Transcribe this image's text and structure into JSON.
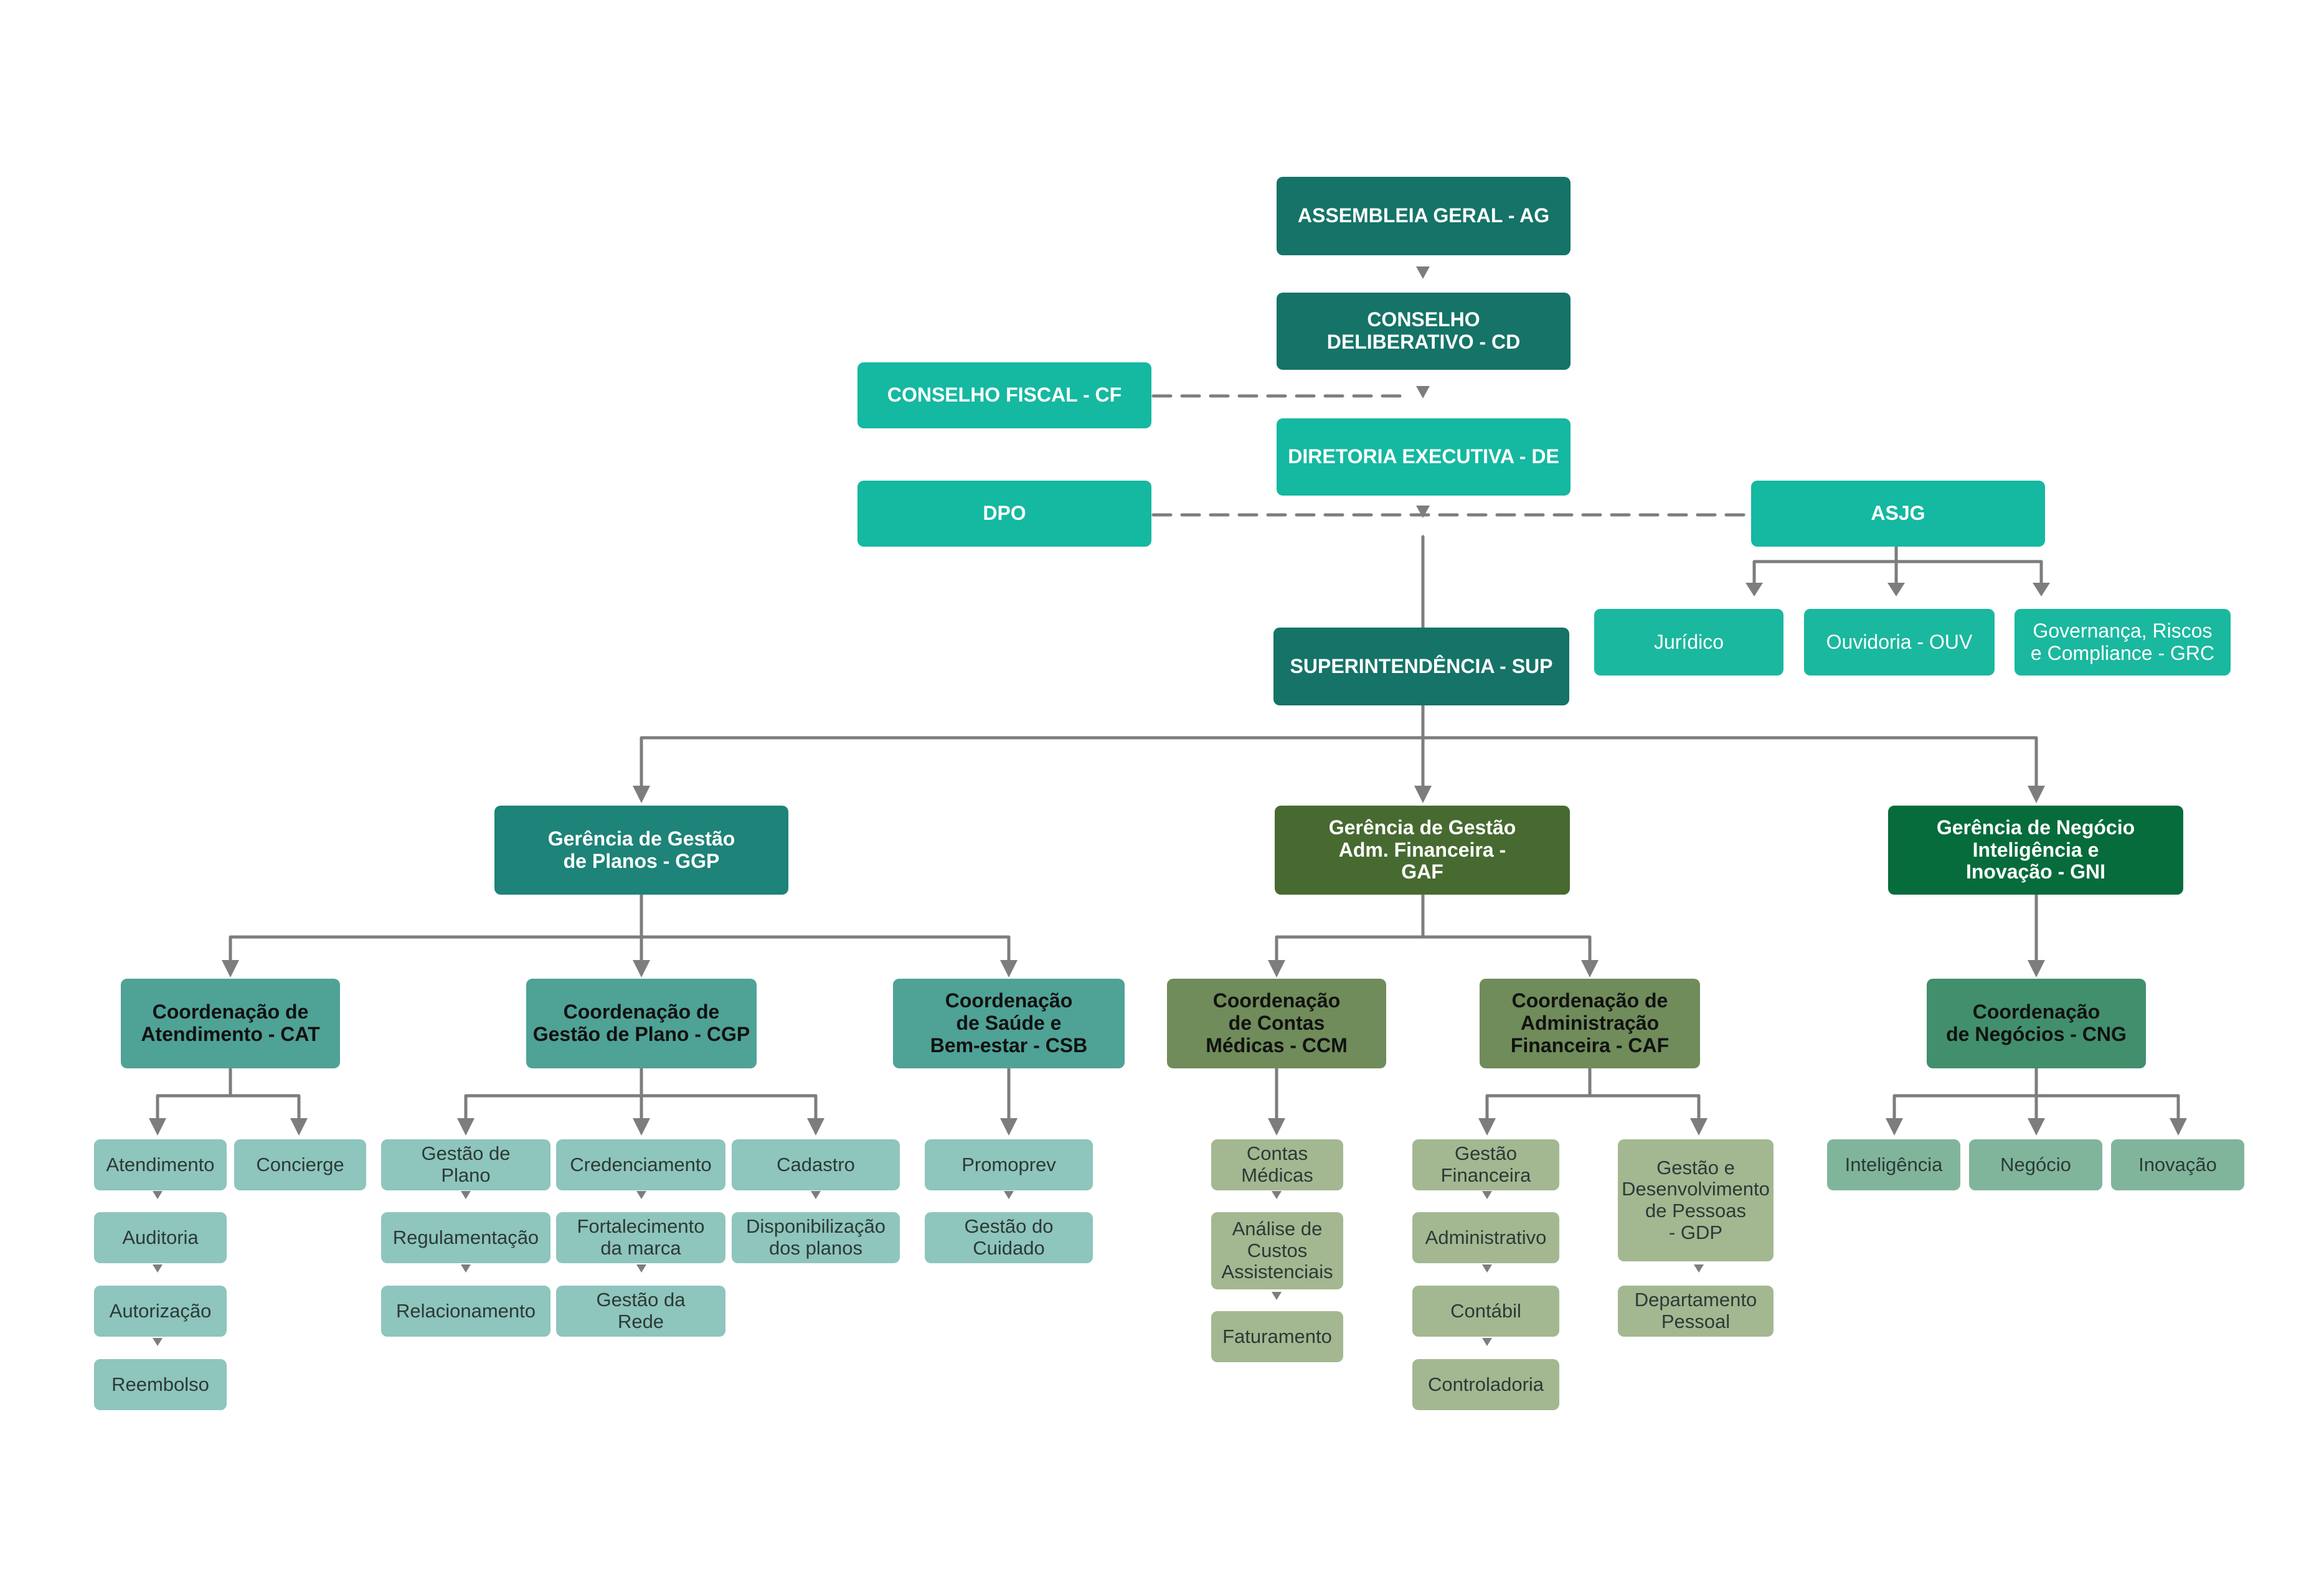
{
  "colors": {
    "dark_teal": "#157367",
    "bright_teal": "#15b8a0",
    "light_teal": "#1ab89f",
    "mid_teal": "#1e8378",
    "olive_dark": "#476a31",
    "green_dark": "#066c3c",
    "coord_teal": "#4fa296",
    "coord_olive": "#6f8c5a",
    "coord_green": "#418f6c",
    "leaf_teal": "#8ec5bd",
    "leaf_olive": "#a3b891",
    "leaf_green": "#80b59c",
    "connector": "#7d7d7d"
  },
  "top": {
    "ag": "ASSEMBLEIA GERAL - AG",
    "cd": "CONSELHO\nDELIBERATIVO - CD",
    "cf": "CONSELHO FISCAL - CF",
    "de": "DIRETORIA EXECUTIVA - DE",
    "dpo": "DPO",
    "asjg": "ASJG",
    "sup": "SUPERINTENDÊNCIA - SUP"
  },
  "asjg_units": {
    "juridico": "Jurídico",
    "ouvidoria": "Ouvidoria - OUV",
    "grc": "Governança, Riscos\ne Compliance - GRC"
  },
  "gerencias": {
    "ggp": "Gerência de Gestão\nde Planos - GGP",
    "gaf": "Gerência de Gestão\nAdm. Financeira -\nGAF",
    "gni": "Gerência de Negócio\nInteligência e\nInovação - GNI"
  },
  "coordenacoes": {
    "cat": "Coordenação de\nAtendimento - CAT",
    "cgp": "Coordenação de\nGestão de Plano - CGP",
    "csb": "Coordenação\nde Saúde e\nBem-estar - CSB",
    "ccm": "Coordenação\nde Contas\nMédicas - CCM",
    "caf": "Coordenação de\nAdministração\nFinanceira - CAF",
    "cng": "Coordenação\nde Negócios - CNG"
  },
  "units": {
    "atendimento": "Atendimento",
    "auditoria": "Auditoria",
    "autorizacao": "Autorização",
    "reembolso": "Reembolso",
    "concierge": "Concierge",
    "gestao_plano": "Gestão de\nPlano",
    "regulamentacao": "Regulamentação",
    "relacionamento": "Relacionamento",
    "credenciamento": "Credenciamento",
    "fortalecimento": "Fortalecimento\nda marca",
    "gestao_rede": "Gestão da\nRede",
    "cadastro": "Cadastro",
    "disponibilizacao": "Disponibilização\ndos planos",
    "promoprev": "Promoprev",
    "gestao_cuidado": "Gestão do\nCuidado",
    "contas_medicas": "Contas\nMédicas",
    "analise_custos": "Análise de\nCustos\nAssistenciais",
    "faturamento": "Faturamento",
    "gestao_financeira": "Gestão\nFinanceira",
    "administrativo": "Administrativo",
    "contabil": "Contábil",
    "controladoria": "Controladoria",
    "gestao_pessoas": "Gestão e\nDesenvolvimento\nde Pessoas\n- GDP",
    "departamento_pessoal": "Departamento\nPessoal",
    "inteligencia": "Inteligência",
    "negocio": "Negócio",
    "inovacao": "Inovação"
  }
}
